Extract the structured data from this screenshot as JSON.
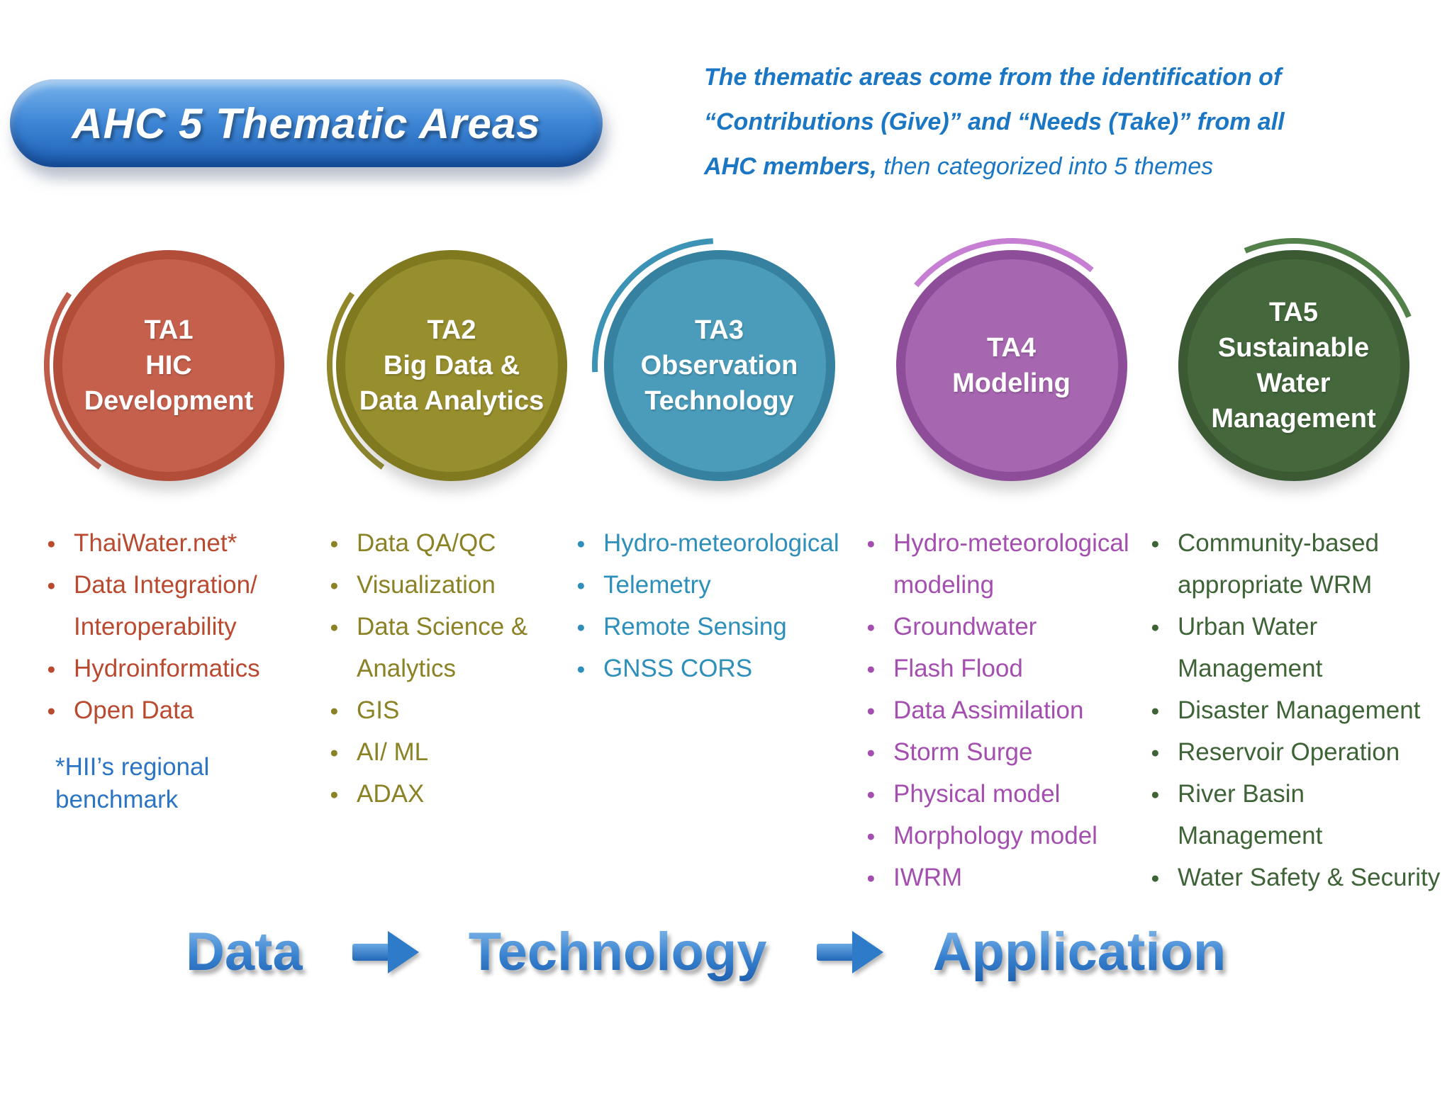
{
  "header": {
    "title": "AHC 5 Thematic Areas",
    "intro_line1": "The thematic areas come from the identification of",
    "intro_line2": "“Contributions (Give)” and “Needs (Take)” from all",
    "intro_line3_bold": "AHC members,",
    "intro_line3_rest": " then categorized into 5 themes"
  },
  "themes": [
    {
      "id": "TA1",
      "title": "TA1\nHIC\nDevelopment",
      "ring": "#b24d3a",
      "fill": "#c5604d",
      "arc": "#bf5c49",
      "text_color": "#b94a30",
      "footnote_color": "#2c74c4",
      "items": [
        "ThaiWater.net*",
        "Data Integration/ Interoperability",
        "Hydroinformatics",
        "Open Data"
      ],
      "footnote": "*HII’s regional\nbenchmark"
    },
    {
      "id": "TA2",
      "title": "TA2\nBig Data &\nData Analytics",
      "ring": "#80791f",
      "fill": "#978e2e",
      "arc": "#8f8729",
      "text_color": "#8a8224",
      "items": [
        "Data QA/QC",
        "Visualization",
        "Data Science & Analytics",
        "GIS",
        "AI/ ML",
        "ADAX"
      ]
    },
    {
      "id": "TA3",
      "title": "TA3\nObservation\nTechnology",
      "ring": "#35819f",
      "fill": "#4a9cba",
      "arc": "#3d93b5",
      "text_color": "#2d8fba",
      "items": [
        "Hydro-meteorological",
        "Telemetry",
        "Remote Sensing",
        "GNSS CORS"
      ]
    },
    {
      "id": "TA4",
      "title": "TA4\nModeling",
      "ring": "#8e4d99",
      "fill": "#a666b0",
      "arc": "#c77fd4",
      "text_color": "#a44fb0",
      "items": [
        "Hydro-meteorological modeling",
        "Groundwater",
        "Flash Flood",
        "Data Assimilation",
        "Storm Surge",
        "Physical model",
        "Morphology model",
        "IWRM"
      ]
    },
    {
      "id": "TA5",
      "title": "TA5\nSustainable\nWater\nManagement",
      "ring": "#3b5a33",
      "fill": "#44683c",
      "arc": "#53814a",
      "text_color": "#3e6336",
      "items": [
        "Community-based appropriate WRM",
        "Urban Water Management",
        "Disaster Management",
        "Reservoir Operation",
        "River Basin Management",
        "Water Safety & Security"
      ]
    }
  ],
  "flow": {
    "steps": [
      "Data",
      "Technology",
      "Application"
    ]
  },
  "colors": {
    "banner_top": "#79b4ec",
    "banner_bottom": "#1d5fb4",
    "intro_text": "#1b76c3",
    "flow_text": "#2f7dca",
    "footnote_blue": "#2c74c4"
  }
}
